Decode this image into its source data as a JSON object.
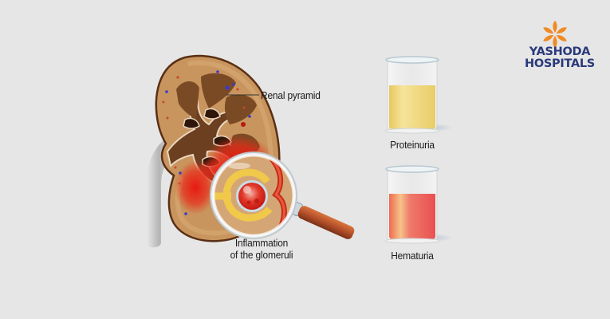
{
  "colors": {
    "background": "#e6e6e6",
    "kidney_cortex": "#c9955e",
    "kidney_medulla": "#6b3f1f",
    "inflammation_red": "#e0201a",
    "urine_protein": "#efd77a",
    "urine_blood": "#ee6a62",
    "logo_orange": "#f08a24",
    "logo_navy": "#2a3a7a",
    "magnifier_handle": "#b8552a"
  },
  "logo": {
    "icon": "flower-icon",
    "line1": "YASHODA",
    "line2": "HOSPITALS"
  },
  "illustration": {
    "kidney_label": "Renal pyramid",
    "magnifier_label_line1": "Inflammation",
    "magnifier_label_line2": "of the glomeruli",
    "beakers": [
      {
        "label": "Proteinuria",
        "liquid": "yellow"
      },
      {
        "label": "Hematuria",
        "liquid": "red"
      }
    ]
  }
}
